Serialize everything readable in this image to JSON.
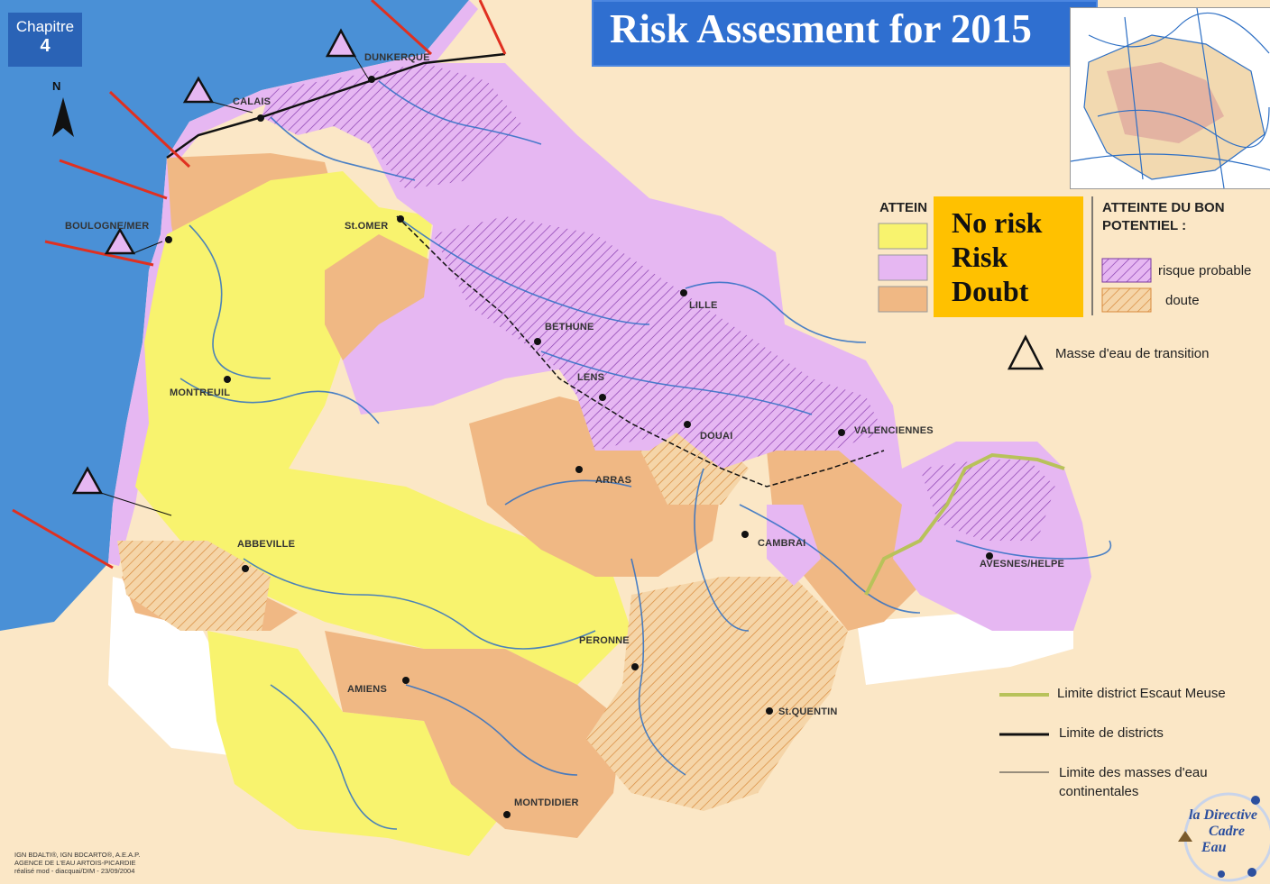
{
  "title": "Risk Assesment for 2015",
  "chapter": {
    "label": "Chapitre",
    "number": "4"
  },
  "north_label": "N",
  "overlay_legend": [
    "No risk",
    "Risk",
    "Doubt"
  ],
  "legend": {
    "left_header": "ATTEIN",
    "right_header_line1": "ATTEINTE DU BON",
    "right_header_line2": "POTENTIEL :",
    "risque_probable": "risque probable",
    "doute": "doute",
    "transition": "Masse d'eau de transition",
    "escaut_meuse": "Limite district Escaut Meuse",
    "districts": "Limite de districts",
    "masses_line1": "Limite des masses d'eau",
    "masses_line2": "continentales"
  },
  "cities": [
    "DUNKERQUE",
    "CALAIS",
    "BOULOGNE/MER",
    "St.OMER",
    "LILLE",
    "BETHUNE",
    "LENS",
    "MONTREUIL",
    "DOUAI",
    "VALENCIENNES",
    "ARRAS",
    "CAMBRAI",
    "AVESNES/HELPE",
    "ABBEVILLE",
    "PERONNE",
    "AMIENS",
    "St.QUENTIN",
    "MONTDIDIER"
  ],
  "credit": [
    "IGN BDALTI®, IGN BDCARTO®, A.E.A.P.",
    "AGENCE DE L'EAU ARTOIS-PICARDIE",
    "réalisé mod - diacquai/DIM - 23/09/2004"
  ],
  "logo": [
    "la Directive",
    "Cadre",
    "Eau"
  ],
  "colors": {
    "sea": "#4a90d6",
    "land": "#fbe7c6",
    "no_risk": "#f8f36e",
    "risk": "#e6b7f2",
    "doubt": "#f0b884",
    "banner": "#2f6fd0",
    "overlay_box": "#ffc100"
  }
}
